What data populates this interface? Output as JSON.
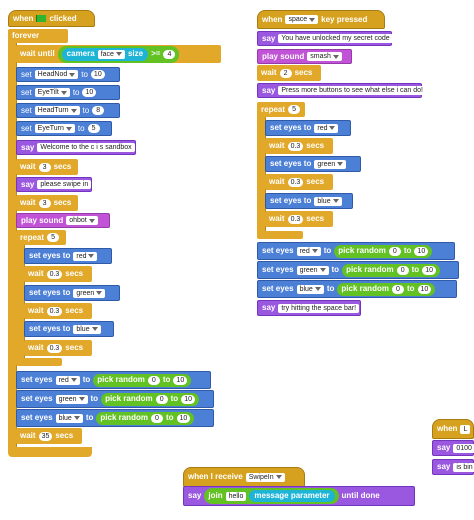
{
  "script1": {
    "hat": {
      "when": "when",
      "clicked": "clicked"
    },
    "forever": "forever",
    "wait_until": "wait until",
    "camera": "camera",
    "camera_opt": "face",
    "size": "size",
    "gte": ">=",
    "size_val": "4",
    "set": "set",
    "to": "to",
    "motors": [
      {
        "name": "HeadNod",
        "value": "10"
      },
      {
        "name": "EyeTilt",
        "value": "10"
      },
      {
        "name": "HeadTurn",
        "value": "8"
      },
      {
        "name": "EyeTurn",
        "value": "5"
      }
    ],
    "say": "say",
    "say1": "Welcome to the c i s sandbox",
    "wait": "wait",
    "secs": "secs",
    "wait1": "3",
    "say2": "please swipe in",
    "wait2": "3",
    "play_sound": "play sound",
    "sound1": "ohbot",
    "repeat": "repeat",
    "repeat_val": "5",
    "set_eyes_to": "set eyes to",
    "colours": [
      "red",
      "green",
      "blue"
    ],
    "wait_loop": "0.3",
    "set_eyes": "set eyes",
    "pick_random": "pick random",
    "rand_from": "0",
    "rand_to": "10",
    "final_wait": "35"
  },
  "script2": {
    "when": "when",
    "key": "space",
    "key_pressed": "key pressed",
    "say1": "You have unlocked my secret code",
    "play_sound": "play sound",
    "sound": "smash",
    "wait": "wait",
    "wait_val": "2",
    "secs": "secs",
    "say2": "Press more buttons to see what else i can do!",
    "repeat": "repeat",
    "repeat_val": "5",
    "say3": "try hitting the space bar!"
  },
  "script3": {
    "when_receive": "when I receive",
    "message": "SwipeIn",
    "say": "say",
    "join": "join",
    "hello": "hello",
    "msg_param": "message parameter",
    "until_done": "until done"
  },
  "script4": {
    "when": "when",
    "field": "L",
    "say": "say",
    "val1": "0100",
    "val2": "is bin"
  },
  "colors": {
    "events": "#d6a11f",
    "control": "#e1a82a",
    "motion": "#4c7fd6",
    "looks": "#9a58e0",
    "sound": "#c154d6",
    "sensing": "#1db4d6",
    "operators": "#62c123"
  }
}
